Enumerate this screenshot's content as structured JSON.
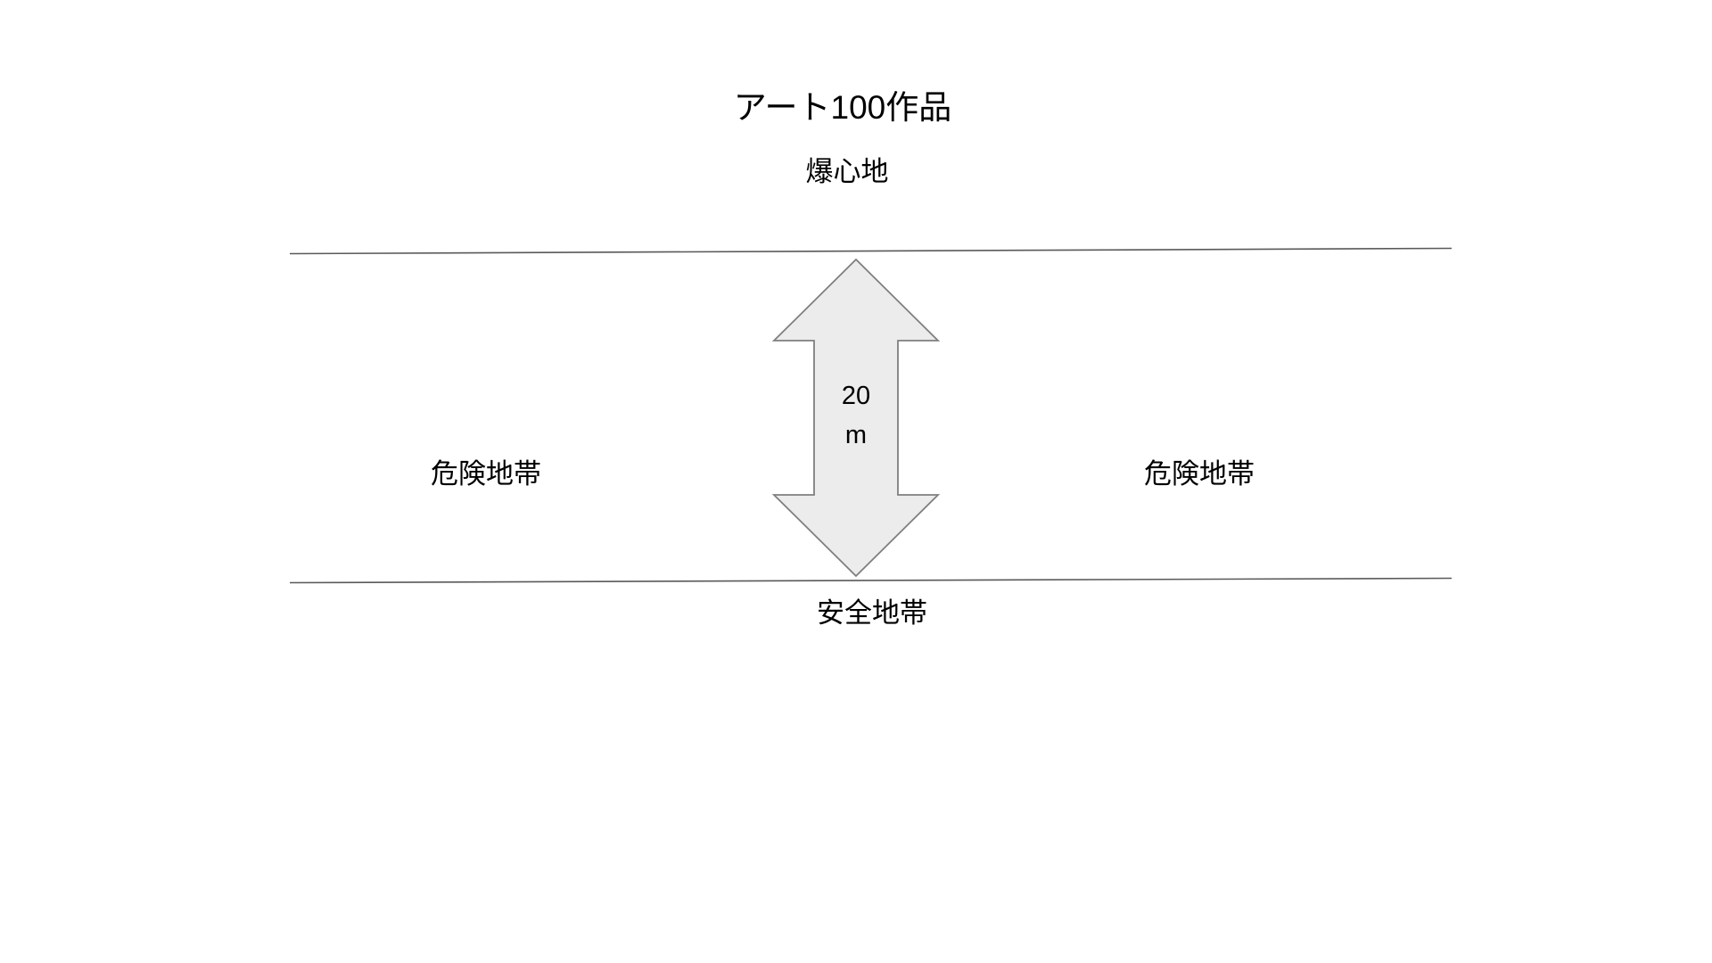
{
  "diagram": {
    "title": "アート100作品",
    "subtitle": "爆心地",
    "zones": {
      "left_label": "危険地帯",
      "right_label": "危険地帯",
      "bottom_label": "安全地帯"
    },
    "measurement": {
      "value": "20",
      "unit": "m"
    },
    "colors": {
      "background": "#ffffff",
      "arrow_fill": "#ececec",
      "arrow_stroke": "#7f7f7f",
      "boundary_line": "#595959",
      "text": "#000000"
    }
  }
}
